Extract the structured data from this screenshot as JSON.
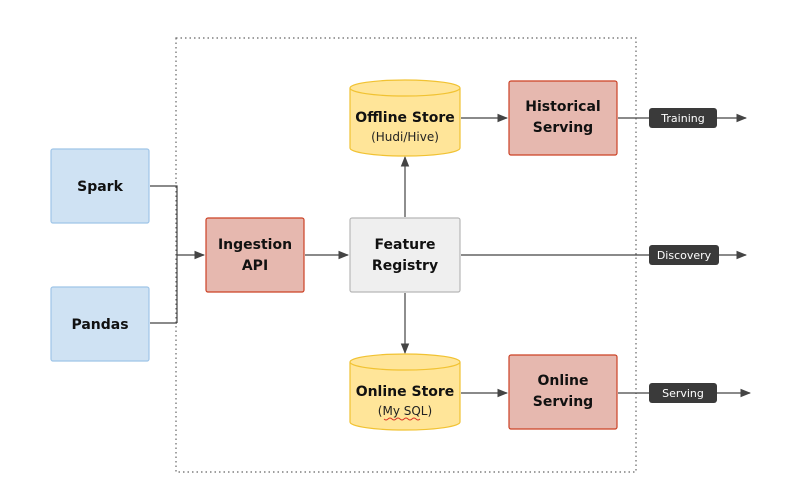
{
  "nodes": {
    "spark": {
      "label": "Spark"
    },
    "pandas": {
      "label": "Pandas"
    },
    "ingestion": {
      "line1": "Ingestion",
      "line2": "API"
    },
    "registry": {
      "line1": "Feature",
      "line2": "Registry"
    },
    "offline_store": {
      "label": "Offline Store",
      "sub": "(Hudi/Hive)"
    },
    "online_store": {
      "label": "Online Store",
      "sub": "(My SQL)"
    },
    "historical": {
      "line1": "Historical",
      "line2": "Serving"
    },
    "online_serving": {
      "line1": "Online",
      "line2": "Serving"
    }
  },
  "outputs": {
    "training": "Training",
    "discovery": "Discovery",
    "serving": "Serving"
  },
  "colors": {
    "source_fill": "#cfe2f3",
    "source_stroke": "#9fc5e8",
    "process_fill": "#e6b8af",
    "process_stroke": "#cc4125",
    "registry_fill": "#efefef",
    "registry_stroke": "#b7b7b7",
    "store_fill": "#ffe599",
    "store_stroke": "#f1c232",
    "tag_fill": "#3a3a3a",
    "edge": "#444444"
  }
}
